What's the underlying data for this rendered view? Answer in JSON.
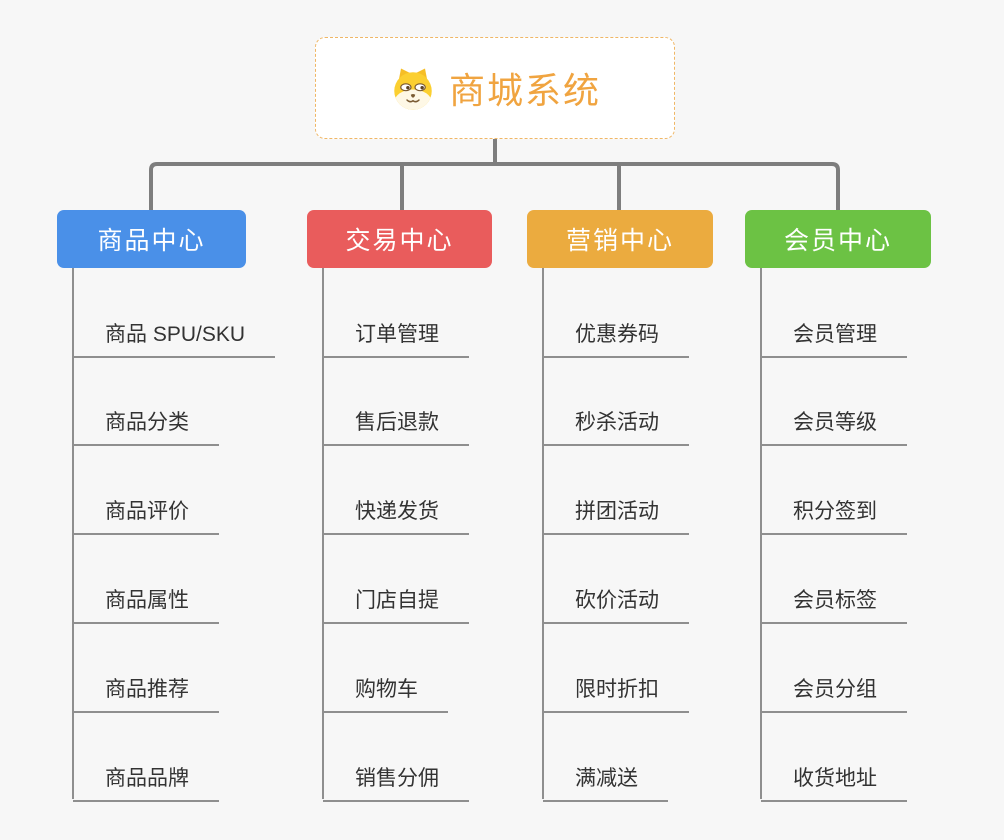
{
  "root": {
    "title": "商城系统",
    "title_color": "#f0a440",
    "icon": "dog-face-icon",
    "border_color": "#f0b766"
  },
  "connector_color": "#7e7e7e",
  "branches": [
    {
      "label": "商品中心",
      "color": "#4a90e8",
      "items": [
        "商品 SPU/SKU",
        "商品分类",
        "商品评价",
        "商品属性",
        "商品推荐",
        "商品品牌"
      ]
    },
    {
      "label": "交易中心",
      "color": "#e95c5c",
      "items": [
        "订单管理",
        "售后退款",
        "快递发货",
        "门店自提",
        "购物车",
        "销售分佣"
      ]
    },
    {
      "label": "营销中心",
      "color": "#ebab3f",
      "items": [
        "优惠券码",
        "秒杀活动",
        "拼团活动",
        "砍价活动",
        "限时折扣",
        "满减送"
      ]
    },
    {
      "label": "会员中心",
      "color": "#6cc244",
      "items": [
        "会员管理",
        "会员等级",
        "积分签到",
        "会员标签",
        "会员分组",
        "收货地址"
      ]
    }
  ]
}
